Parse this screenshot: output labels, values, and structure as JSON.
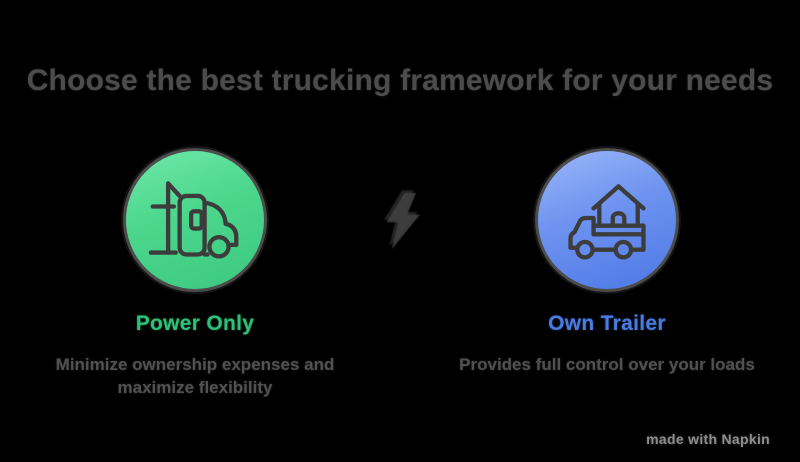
{
  "page": {
    "title": "Choose the best trucking framework for your needs",
    "background_color": "#000000",
    "title_color": "#4c4c4c"
  },
  "options": [
    {
      "label": "Power Only",
      "description": "Minimize ownership expenses and maximize flexibility",
      "accent_color": "#2fc178",
      "circle_color_start": "#6fe9a8",
      "circle_color_end": "#3cc980",
      "icon": "semi-truck-icon"
    },
    {
      "label": "Own Trailer",
      "description": "Provides full control over your loads",
      "accent_color": "#4a7be0",
      "circle_color_start": "#9bb7f8",
      "circle_color_end": "#4d79e6",
      "icon": "house-truck-icon"
    }
  ],
  "divider": {
    "icon": "lightning-icon",
    "color": "#4a4a4a"
  },
  "watermark": {
    "label": "made with Napkin",
    "color": "#8c8c8c"
  }
}
